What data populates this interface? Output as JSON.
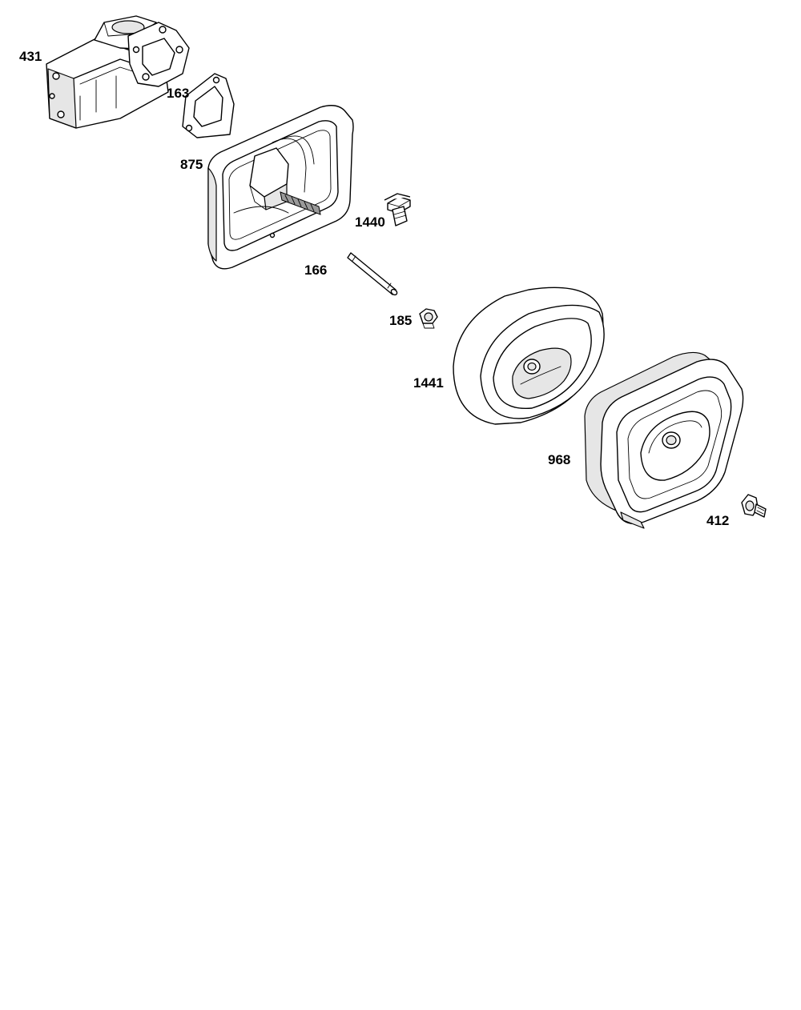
{
  "parts": [
    {
      "id": "431",
      "label": "431",
      "icon": "intake-elbow-icon"
    },
    {
      "id": "163",
      "label": "163",
      "icon": "gasket-icon"
    },
    {
      "id": "875",
      "label": "875",
      "icon": "air-cleaner-base-icon"
    },
    {
      "id": "1440",
      "label": "1440",
      "icon": "bolt-icon"
    },
    {
      "id": "166",
      "label": "166",
      "icon": "stud-icon"
    },
    {
      "id": "185",
      "label": "185",
      "icon": "nut-icon"
    },
    {
      "id": "1441",
      "label": "1441",
      "icon": "air-filter-cartridge-icon"
    },
    {
      "id": "968",
      "label": "968",
      "icon": "air-cleaner-cover-icon"
    },
    {
      "id": "412",
      "label": "412",
      "icon": "wing-knob-icon"
    }
  ]
}
